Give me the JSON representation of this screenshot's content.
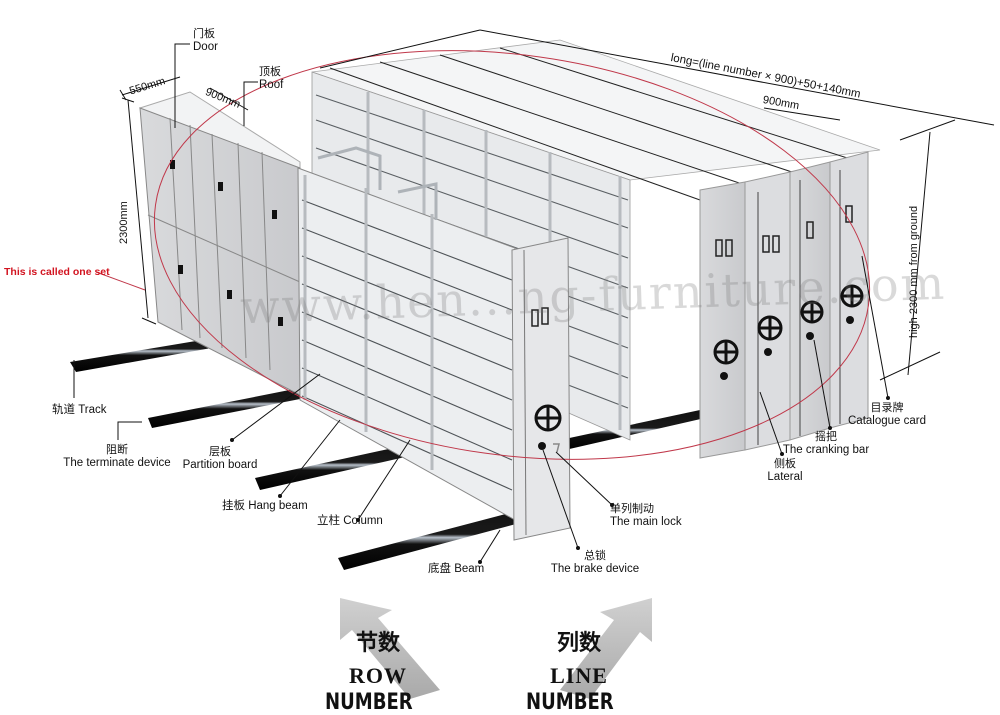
{
  "diagram": {
    "subject": "Mobile compact shelving system (one set)",
    "watermark": "www.hen...ng-furniture.com",
    "annotation_color": "#d21420",
    "set_note": "This is called one set",
    "dimensions": {
      "depth": "550mm",
      "section_width_left": "900mm",
      "height_left": "2300mm",
      "length_formula": "long=(line number × 900)+50+140mm",
      "section_width_right": "900mm",
      "height_right": "high 2300 mm from ground"
    },
    "labels": {
      "door": {
        "zh": "门板",
        "en": "Door"
      },
      "roof": {
        "zh": "顶板",
        "en": "Roof"
      },
      "track": {
        "zh": "轨道",
        "en": "Track"
      },
      "terminate": {
        "zh": "阻断",
        "en": "The terminate device"
      },
      "partition": {
        "zh": "层板",
        "en": "Partition board"
      },
      "hang_beam": {
        "zh": "挂板",
        "en": "Hang beam"
      },
      "column": {
        "zh": "立柱",
        "en": "Column"
      },
      "beam": {
        "zh": "底盘",
        "en": "Beam"
      },
      "brake": {
        "zh": "总锁",
        "en": "The brake device"
      },
      "main_lock": {
        "zh": "单列制动",
        "en": "The main lock"
      },
      "lateral": {
        "zh": "侧板",
        "en": "Lateral"
      },
      "cranking": {
        "zh": "摇把",
        "en": "The cranking bar"
      },
      "catalogue": {
        "zh": "目录牌",
        "en": "Catalogue card"
      }
    },
    "legend": {
      "row": {
        "zh": "节数",
        "en_a": "ROW",
        "en_b": "NUMBER"
      },
      "line": {
        "zh": "列数",
        "en_a": "LINE",
        "en_b": "NUMBER"
      }
    }
  }
}
